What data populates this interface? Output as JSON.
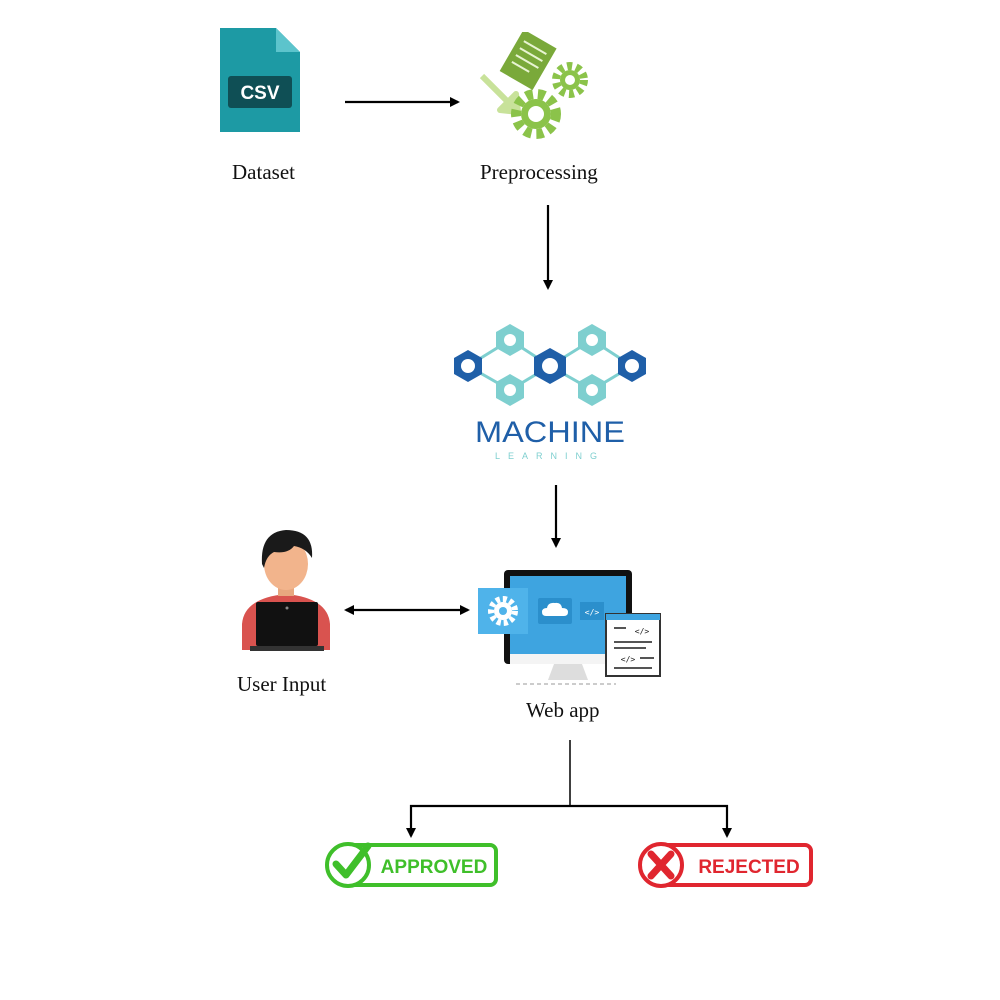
{
  "nodes": {
    "dataset": {
      "label": "Dataset",
      "icon": "csv-file-icon",
      "badge": "CSV"
    },
    "preprocessing": {
      "label": "Preprocessing",
      "icon": "gears-document-icon"
    },
    "ml": {
      "icon": "machine-learning-logo",
      "title": "MACHINE",
      "subtitle": "LEARNING"
    },
    "user": {
      "label": "User Input",
      "icon": "user-laptop-icon"
    },
    "webapp": {
      "label": "Web app",
      "icon": "monitor-webapp-icon"
    },
    "approved": {
      "label": "APPROVED",
      "icon": "checkmark-icon"
    },
    "rejected": {
      "label": "REJECTED",
      "icon": "x-mark-icon"
    }
  },
  "colors": {
    "csv_teal": "#1d9aa4",
    "gear_green": "#8bc34a",
    "ml_dark_blue": "#1f5fa8",
    "ml_light_teal": "#7ecfcf",
    "webapp_blue": "#3ea4e0",
    "approved_green": "#3fbf2a",
    "rejected_red": "#e0262f"
  }
}
